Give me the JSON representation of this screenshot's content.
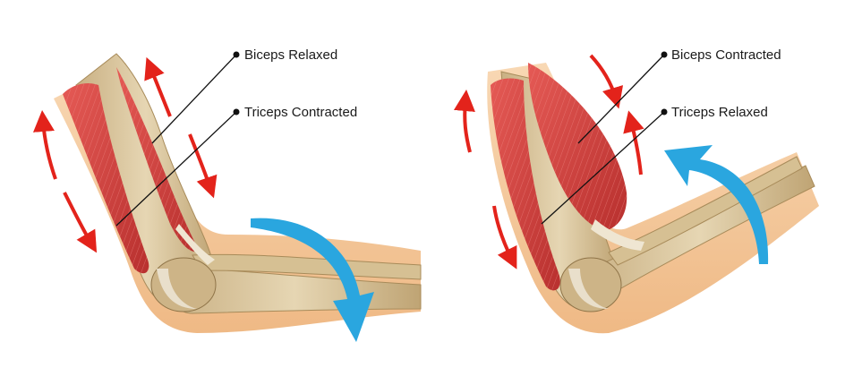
{
  "panels": [
    {
      "labels": [
        "Biceps Relaxed",
        "Triceps Contracted"
      ]
    },
    {
      "labels": [
        "Biceps Contracted",
        "Triceps Relaxed"
      ]
    }
  ],
  "colors": {
    "muscle": "#d8403f",
    "muscle_dark": "#b52a2a",
    "bone": "#d9c49a",
    "skin": "#f3c79a",
    "tendon": "#efe6d2",
    "muscle_arrow": "#e3231b",
    "motion_arrow": "#2aa6df",
    "leader_line": "#111111"
  }
}
